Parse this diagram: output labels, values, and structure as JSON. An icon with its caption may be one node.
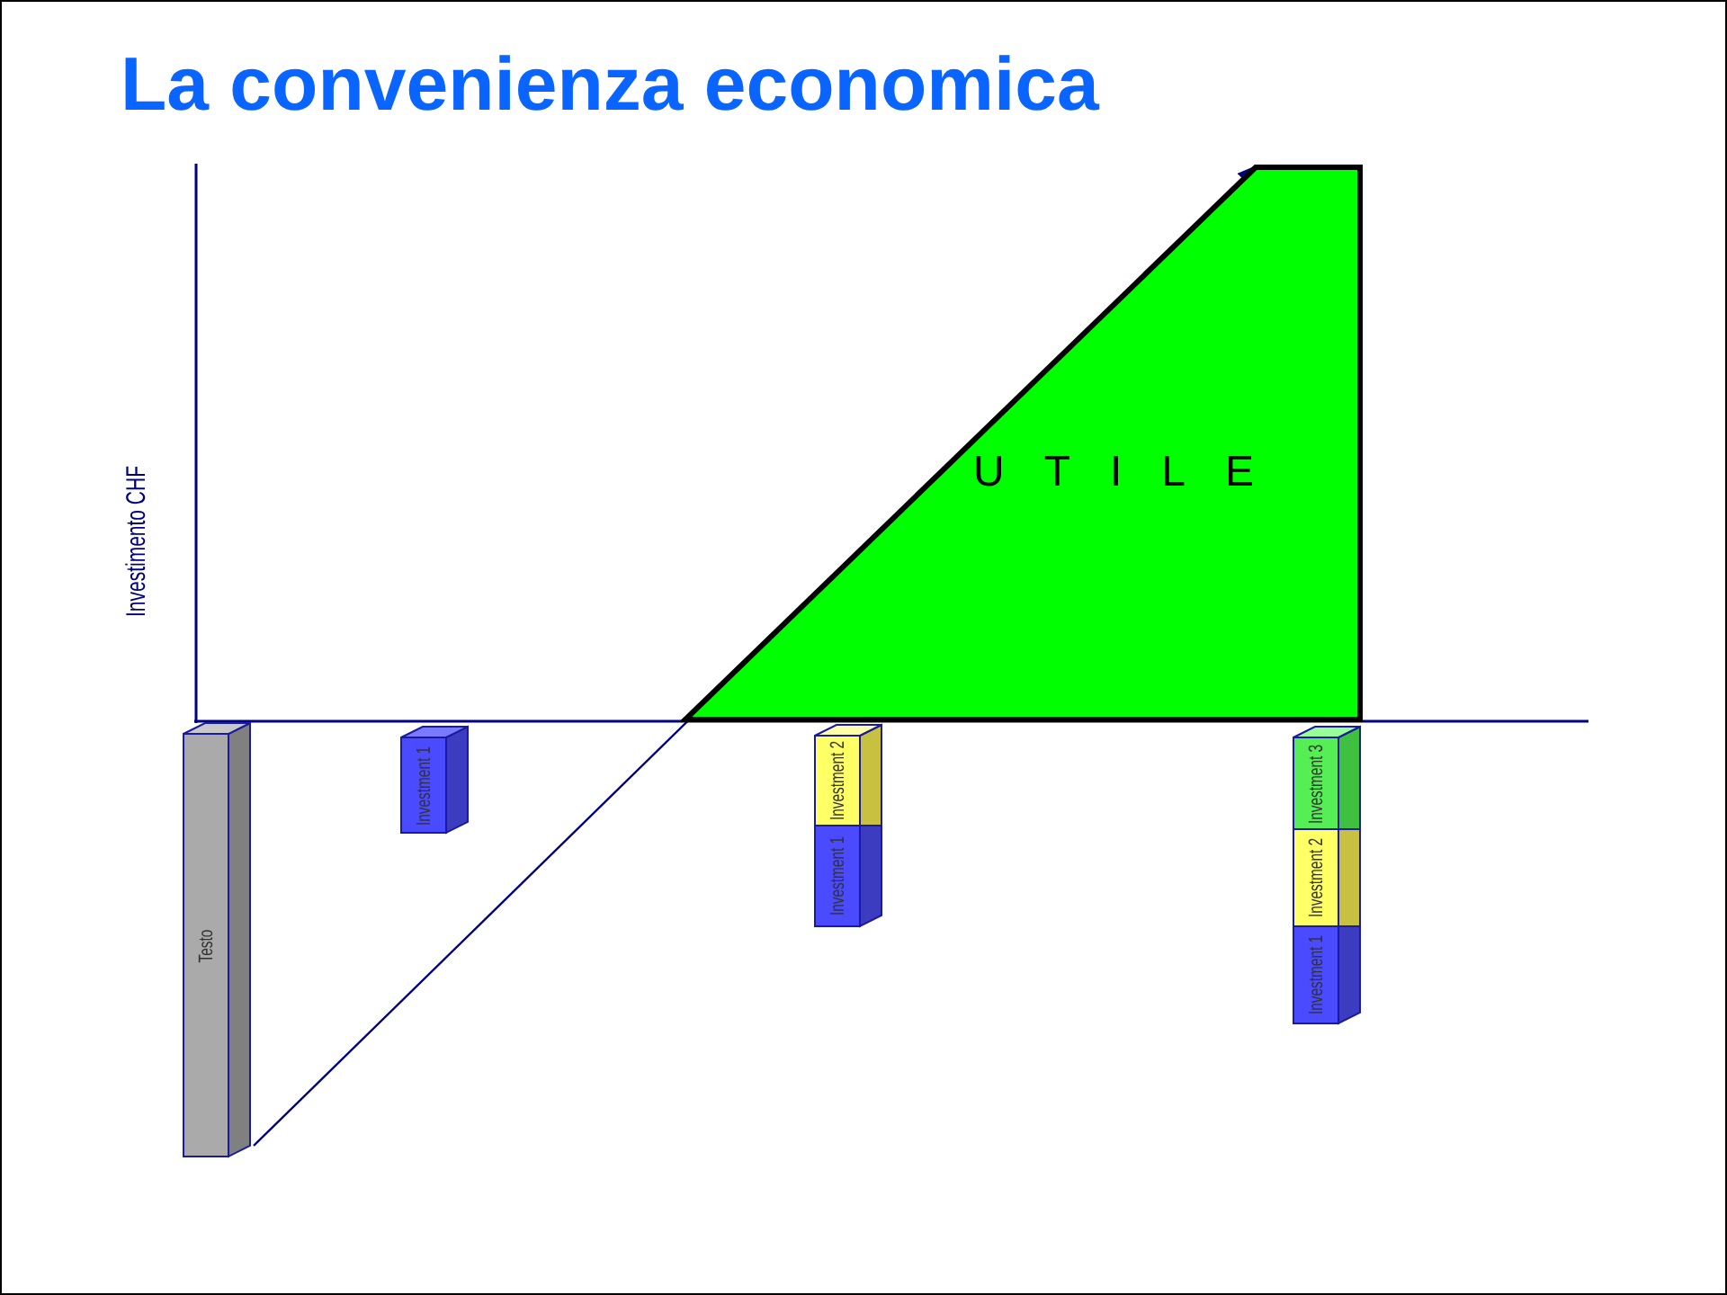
{
  "diagram": {
    "title": "La convenienza economica",
    "nodes": [
      {
        "text": [
          "UTILE"
        ]
      },
      {
        "text": [
          "Testo"
        ]
      },
      {
        "text": [
          "Investment 1"
        ]
      },
      {
        "text": [
          "Investment 2"
        ]
      },
      {
        "text": [
          "Investment 1"
        ]
      },
      {
        "text": [
          "Investment 3"
        ]
      },
      {
        "text": [
          "Investment 2"
        ]
      },
      {
        "text": [
          "Investment 1"
        ]
      }
    ],
    "edges": [
      {
        "from": 1,
        "to": 0,
        "arrow": "to"
      }
    ],
    "labels": [
      "Investimento CHF"
    ]
  }
}
